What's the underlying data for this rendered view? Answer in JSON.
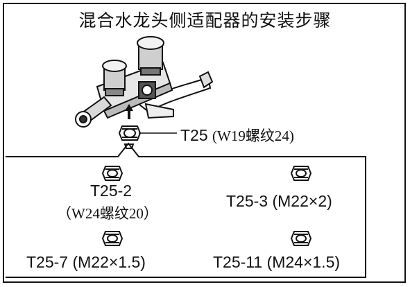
{
  "title": "混合水龙头侧适配器的安装步骤",
  "main_part": {
    "label": "T25",
    "spec": "(W19螺纹24)"
  },
  "options": [
    {
      "code": "T25-2",
      "spec": "（W24螺纹20）",
      "icon": "nut-icon"
    },
    {
      "code": "T25-3",
      "spec": "(M22×2)",
      "icon": "nut-icon"
    },
    {
      "code": "T25-7",
      "spec": "(M22×1.5)",
      "icon": "nut-icon"
    },
    {
      "code": "T25-11",
      "spec": "(M24×1.5)",
      "icon": "nut-icon"
    }
  ]
}
